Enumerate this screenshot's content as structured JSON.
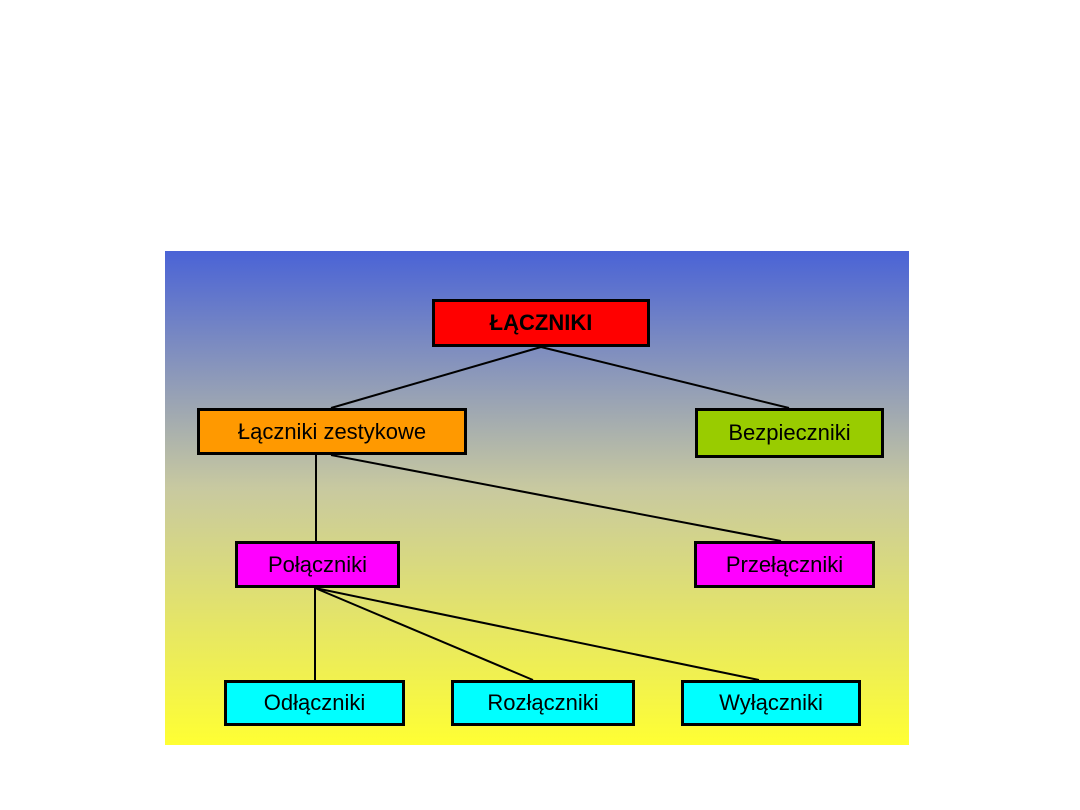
{
  "colors": {
    "gradient_top": "#4a63d6",
    "gradient_mid": "#c8c9a0",
    "gradient_bottom": "#ffff33",
    "root": "#ff0000",
    "level1_left": "#ff9900",
    "level1_right": "#99cc00",
    "level2": "#ff00ff",
    "level3": "#00ffff",
    "line": "#000000"
  },
  "diagram": {
    "root": {
      "label": "ŁĄCZNIKI"
    },
    "contact": {
      "label": "Łączniki zestykowe"
    },
    "fuses": {
      "label": "Bezpieczniki"
    },
    "connectors": {
      "label": "Połączniki"
    },
    "switchovers": {
      "label": "Przełączniki"
    },
    "disconnectors": {
      "label": "Odłączniki"
    },
    "load_breakers": {
      "label": "Rozłączniki"
    },
    "circuit_breakers": {
      "label": "Wyłączniki"
    }
  }
}
